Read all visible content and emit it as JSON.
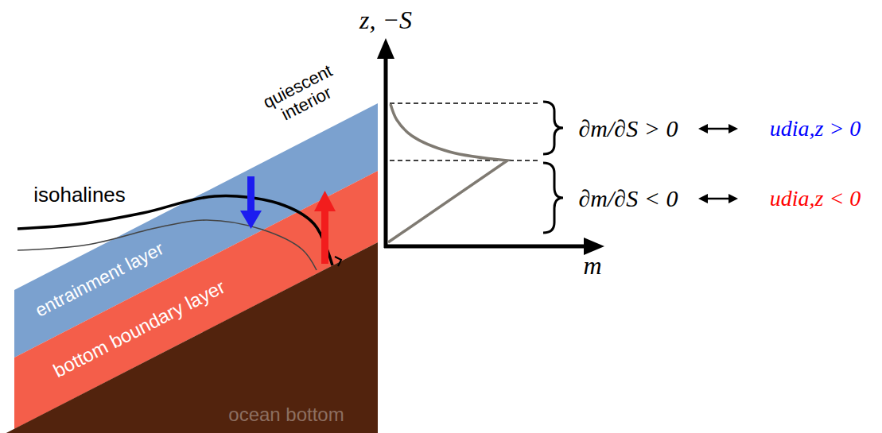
{
  "diagram": {
    "nodes": [
      {
        "text": [
          "entrainment layer"
        ]
      },
      {
        "text": [
          "bottom boundary layer"
        ]
      },
      {
        "text": [
          "ocean bottom"
        ]
      }
    ],
    "labels": [
      "z, −S",
      "quiescent interior",
      "isohalines",
      "∂m/∂S > 0",
      "udia,z > 0",
      "∂m/∂S < 0",
      "udia,z < 0",
      "m"
    ]
  }
}
